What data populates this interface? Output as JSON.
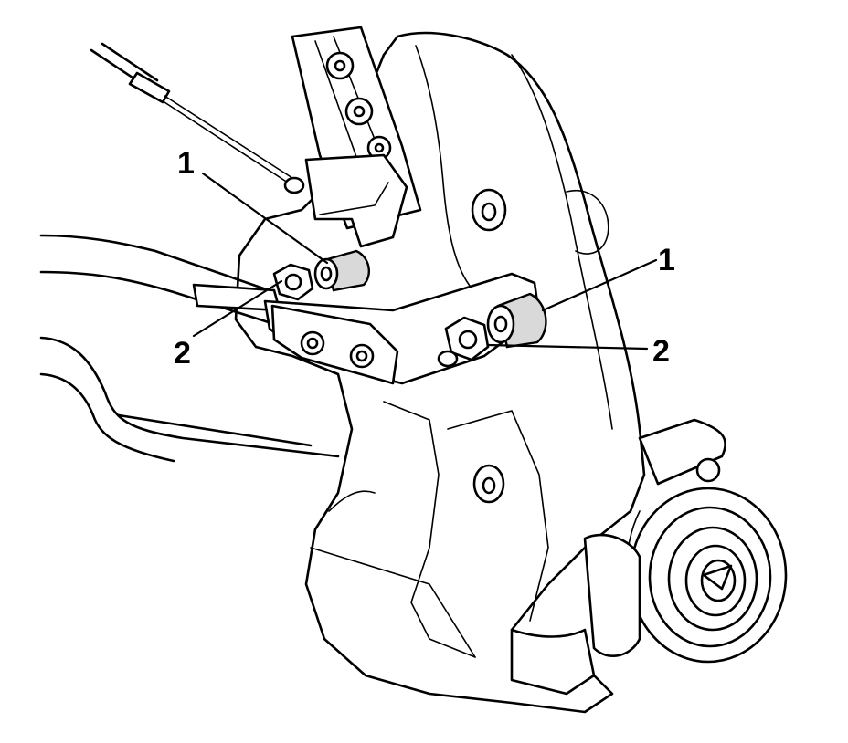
{
  "callouts": {
    "upper_left": "1",
    "upper_right": "1",
    "lower_left": "2",
    "lower_right": "2"
  },
  "colors": {
    "line": "#000000",
    "background": "#ffffff",
    "knurl_fill": "#d9d9d9"
  }
}
